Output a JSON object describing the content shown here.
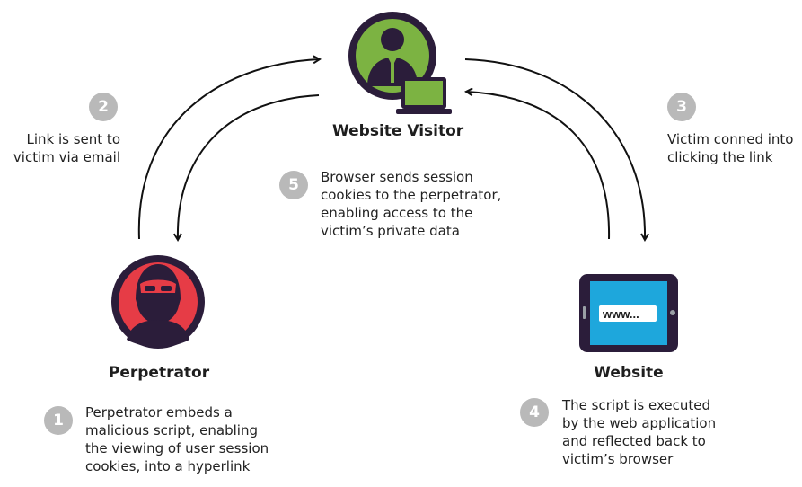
{
  "nodes": {
    "visitor": {
      "label": "Website Visitor"
    },
    "perpetrator": {
      "label": "Perpetrator"
    },
    "website": {
      "label": "Website",
      "screen_text": "www..."
    }
  },
  "steps": [
    {
      "number": "1",
      "lines": [
        "Perpetrator embeds a",
        "malicious script, enabling",
        "the viewing of user session",
        "cookies, into a hyperlink"
      ]
    },
    {
      "number": "2",
      "lines": [
        "Link is sent to",
        "victim via email"
      ]
    },
    {
      "number": "3",
      "lines": [
        "Victim conned into",
        "clicking the link"
      ]
    },
    {
      "number": "4",
      "lines": [
        "The script is executed",
        "by the web application",
        "and reflected back to",
        "victim’s browser"
      ]
    },
    {
      "number": "5",
      "lines": [
        "Browser sends session",
        "cookies to the perpetrator,",
        "enabling access to the",
        "victim’s private data"
      ]
    }
  ],
  "colors": {
    "ring": "#2b1d3a",
    "visitor_bg": "#7cb342",
    "perpetrator_bg": "#e63c46",
    "website_screen": "#1ea7dc",
    "badge": "#b9b9b9",
    "arrow": "#111111"
  },
  "icons": {
    "visitor": "user-with-laptop-icon",
    "perpetrator": "masked-hacker-icon",
    "website": "tablet-browser-icon"
  }
}
